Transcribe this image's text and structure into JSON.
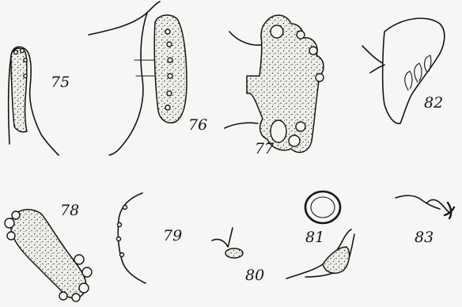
{
  "plate": {
    "background": "#f6f6f4",
    "ink": "#161616",
    "figures": [
      {
        "id": "fig-75",
        "label": "75"
      },
      {
        "id": "fig-76",
        "label": "76"
      },
      {
        "id": "fig-77",
        "label": "77"
      },
      {
        "id": "fig-82",
        "label": "82"
      },
      {
        "id": "fig-78",
        "label": "78"
      },
      {
        "id": "fig-79",
        "label": "79"
      },
      {
        "id": "fig-80",
        "label": "80"
      },
      {
        "id": "fig-81",
        "label": "81"
      },
      {
        "id": "fig-83",
        "label": "83"
      }
    ]
  }
}
